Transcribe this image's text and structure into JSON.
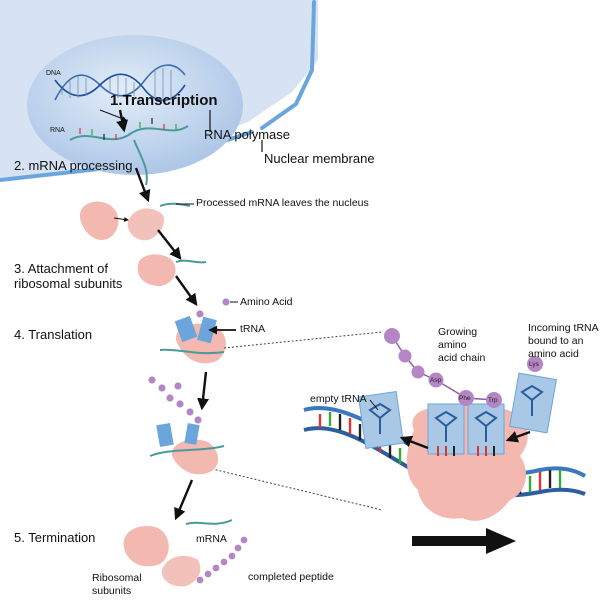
{
  "colors": {
    "nucleus": "#c3d6ee",
    "membrane": "#6aa6dc",
    "ribosome": "#f3b8b0",
    "amino": "#b486c6",
    "trna_box": "#a8c8e6",
    "arrow": "#111111"
  },
  "nucleus": {
    "dna_label": "DNA",
    "rna_label": "RNA",
    "transcription_label": "1.Transcription"
  },
  "labels": {
    "rna_polymerase": "RNA polymase",
    "nuclear_membrane": "Nuclear membrane",
    "processed_mrna": "Processed mRNA leaves the nucleus",
    "amino_acid": "Amino Acid",
    "trna": "tRNA",
    "growing_chain_1": "Growing",
    "growing_chain_2": "amino",
    "growing_chain_3": "acid chain",
    "incoming_1": "Incoming tRNA",
    "incoming_2": "bound to an",
    "incoming_3": "amino acid",
    "empty_trna": "empty tRNA",
    "mrna": "mRNA",
    "ribosomal_1": "Ribosomal",
    "ribosomal_2": "subunits",
    "completed_peptide": "completed peptide"
  },
  "steps": {
    "s2": "2. mRNA processing",
    "s3a": "3. Attachment of",
    "s3b": "ribosomal subunits",
    "s4": "4. Translation",
    "s5": "5. Termination"
  },
  "residues": {
    "asp": "Asp",
    "phe": "Phe",
    "trp": "Trp",
    "lys": "Lys"
  }
}
